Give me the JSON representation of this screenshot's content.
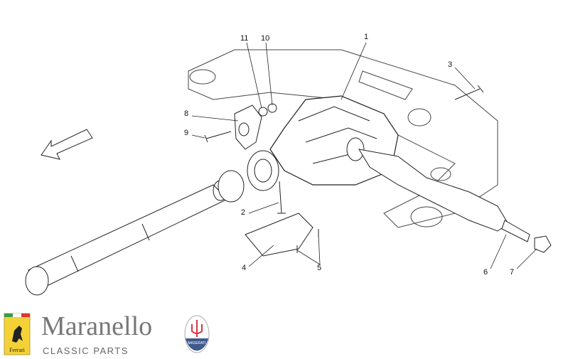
{
  "watermark": {
    "word": "Maranello",
    "sub": "CLASSIC PARTS"
  },
  "callouts": [
    {
      "id": "1",
      "label": "1"
    },
    {
      "id": "2",
      "label": "2"
    },
    {
      "id": "3",
      "label": "3"
    },
    {
      "id": "4",
      "label": "4"
    },
    {
      "id": "5",
      "label": "5"
    },
    {
      "id": "6",
      "label": "6"
    },
    {
      "id": "7",
      "label": "7"
    },
    {
      "id": "8",
      "label": "8"
    },
    {
      "id": "9",
      "label": "9"
    },
    {
      "id": "10",
      "label": "10"
    },
    {
      "id": "11",
      "label": "11"
    }
  ],
  "branding": {
    "name": "Maranello",
    "tagline": "CLASSIC PARTS",
    "ferrari_badge_text": "Ferrari",
    "maserati_badge_text": "MASERATI",
    "colors": {
      "ferrari_yellow": "#f4d235",
      "maserati_red": "#d9363e",
      "maserati_blue": "#3e5a8c",
      "text_gray": "#777777"
    }
  }
}
